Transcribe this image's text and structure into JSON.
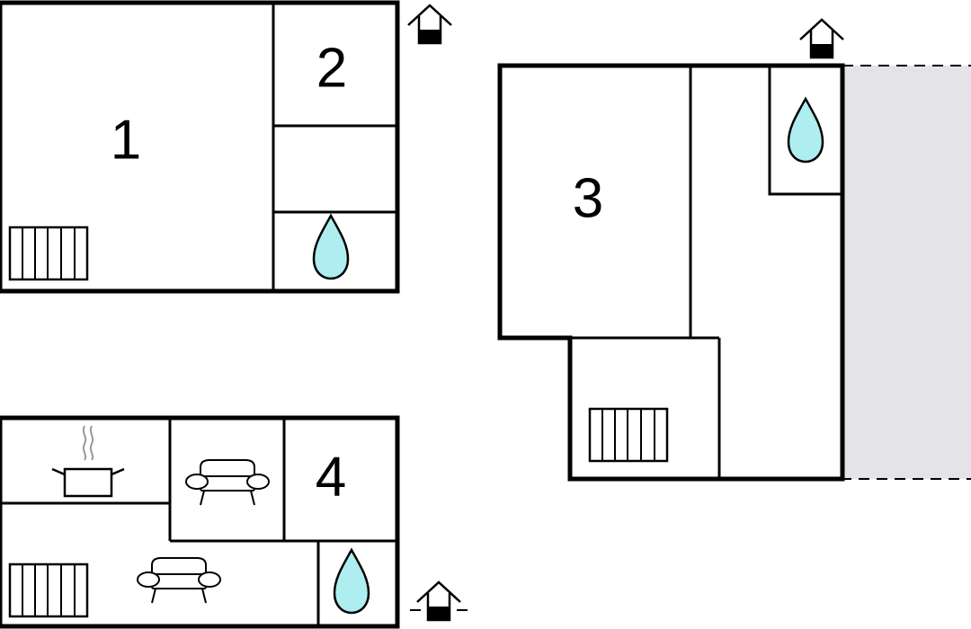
{
  "floorplan": {
    "rooms": [
      {
        "id": "room-1",
        "label": "1"
      },
      {
        "id": "room-2",
        "label": "2"
      },
      {
        "id": "room-3",
        "label": "3"
      },
      {
        "id": "room-4",
        "label": "4"
      }
    ],
    "icons": [
      "water-drop-icon",
      "radiator-icon",
      "sofa-icon",
      "cooking-pot-icon",
      "entrance-icon"
    ],
    "colors": {
      "wall": "#000000",
      "water": "#aeeef0",
      "terrace": "#e4e4e8",
      "background": "#ffffff"
    }
  }
}
